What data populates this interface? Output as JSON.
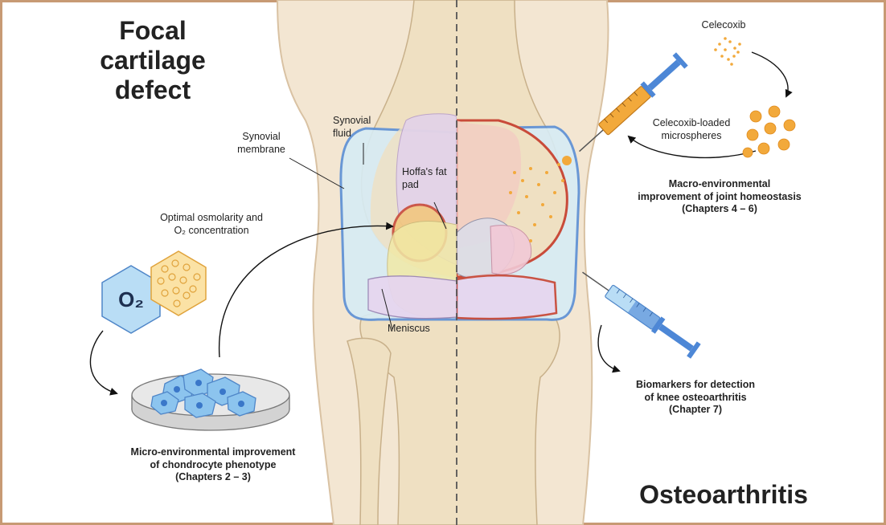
{
  "titles": {
    "left": "Focal\ncartilage\ndefect",
    "right": "Osteoarthritis"
  },
  "labels": {
    "synovial_fluid": "Synovial\nfluid",
    "synovial_membrane": "Synovial\nmembrane",
    "hoffa_fat_pad": "Hoffa's fat\npad",
    "meniscus": "Meniscus",
    "optimal_conditions": "Optimal osmolarity and\nO₂ concentration",
    "o2": "O₂",
    "celecoxib": "Celecoxib",
    "celecoxib_microspheres": "Celecoxib-loaded\nmicrospheres"
  },
  "captions": {
    "micro": "Micro-environmental improvement\nof chondrocyte phenotype\n(Chapters 2 – 3)",
    "macro": "Macro-environmental\nimprovement of joint homeostasis\n(Chapters 4 – 6)",
    "biomarkers": "Biomarkers for detection\nof knee osteoarthritis\n(Chapter 7)"
  },
  "colors": {
    "border": "#c79a74",
    "skin": "#f3e6d2",
    "skin_outline": "#d9c2a3",
    "bone": "#efe0c2",
    "synovium_fill": "#d7ecf5",
    "synovium_line": "#5b8fd6",
    "fat_pad": "#e2d1ec",
    "meniscus_yellow": "#f1e9a6",
    "inflamed": "#d23a3a",
    "hexagon_blue": "#b9ddf5",
    "hexagon_orange": "#fbe2a5",
    "microsphere": "#f2a93b",
    "syringe_blue": "#4d87d6",
    "syringe_orange": "#f2a93b"
  }
}
